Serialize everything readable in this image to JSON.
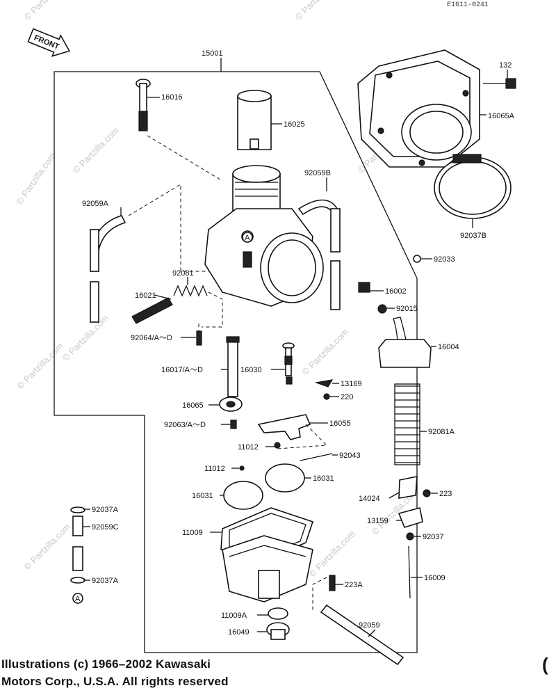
{
  "page_code": "E1611-0241",
  "front_label": "FRONT",
  "watermark": "© Partzilla.com",
  "footer": {
    "line1": "Illustrations (c) 1966–2002 Kawasaki",
    "line2": "Motors Corp., U.S.A.  All rights reserved"
  },
  "corner_mark": "(",
  "callout_A": "A",
  "parts": {
    "p15001": "15001",
    "p16016": "16016",
    "p16025": "16025",
    "p132": "132",
    "p16065A": "16065A",
    "p92059B": "92059B",
    "p92059A": "92059A",
    "p92037B": "92037B",
    "p92081": "92081",
    "p92033": "92033",
    "p16021": "16021",
    "p16002": "16002",
    "p92015": "92015",
    "p92064": "92064/A～D",
    "p16004": "16004",
    "p16017": "16017/A～D",
    "p16030": "16030",
    "p13169": "13169",
    "p220": "220",
    "p16065": "16065",
    "p92063": "92063/A～D",
    "p16055": "16055",
    "p92081A": "92081A",
    "p11012a": "11012",
    "p92043": "92043",
    "p11012b": "11012",
    "p16031a": "16031",
    "p16031b": "16031",
    "p14024": "14024",
    "p223": "223",
    "p92037A1": "92037A",
    "p13159": "13159",
    "p92059C": "92059C",
    "p11009": "11009",
    "p92037": "92037",
    "p16009": "16009",
    "p92037A2": "92037A",
    "p223A": "223A",
    "p11009A": "11009A",
    "p92059": "92059",
    "p16049": "16049"
  }
}
